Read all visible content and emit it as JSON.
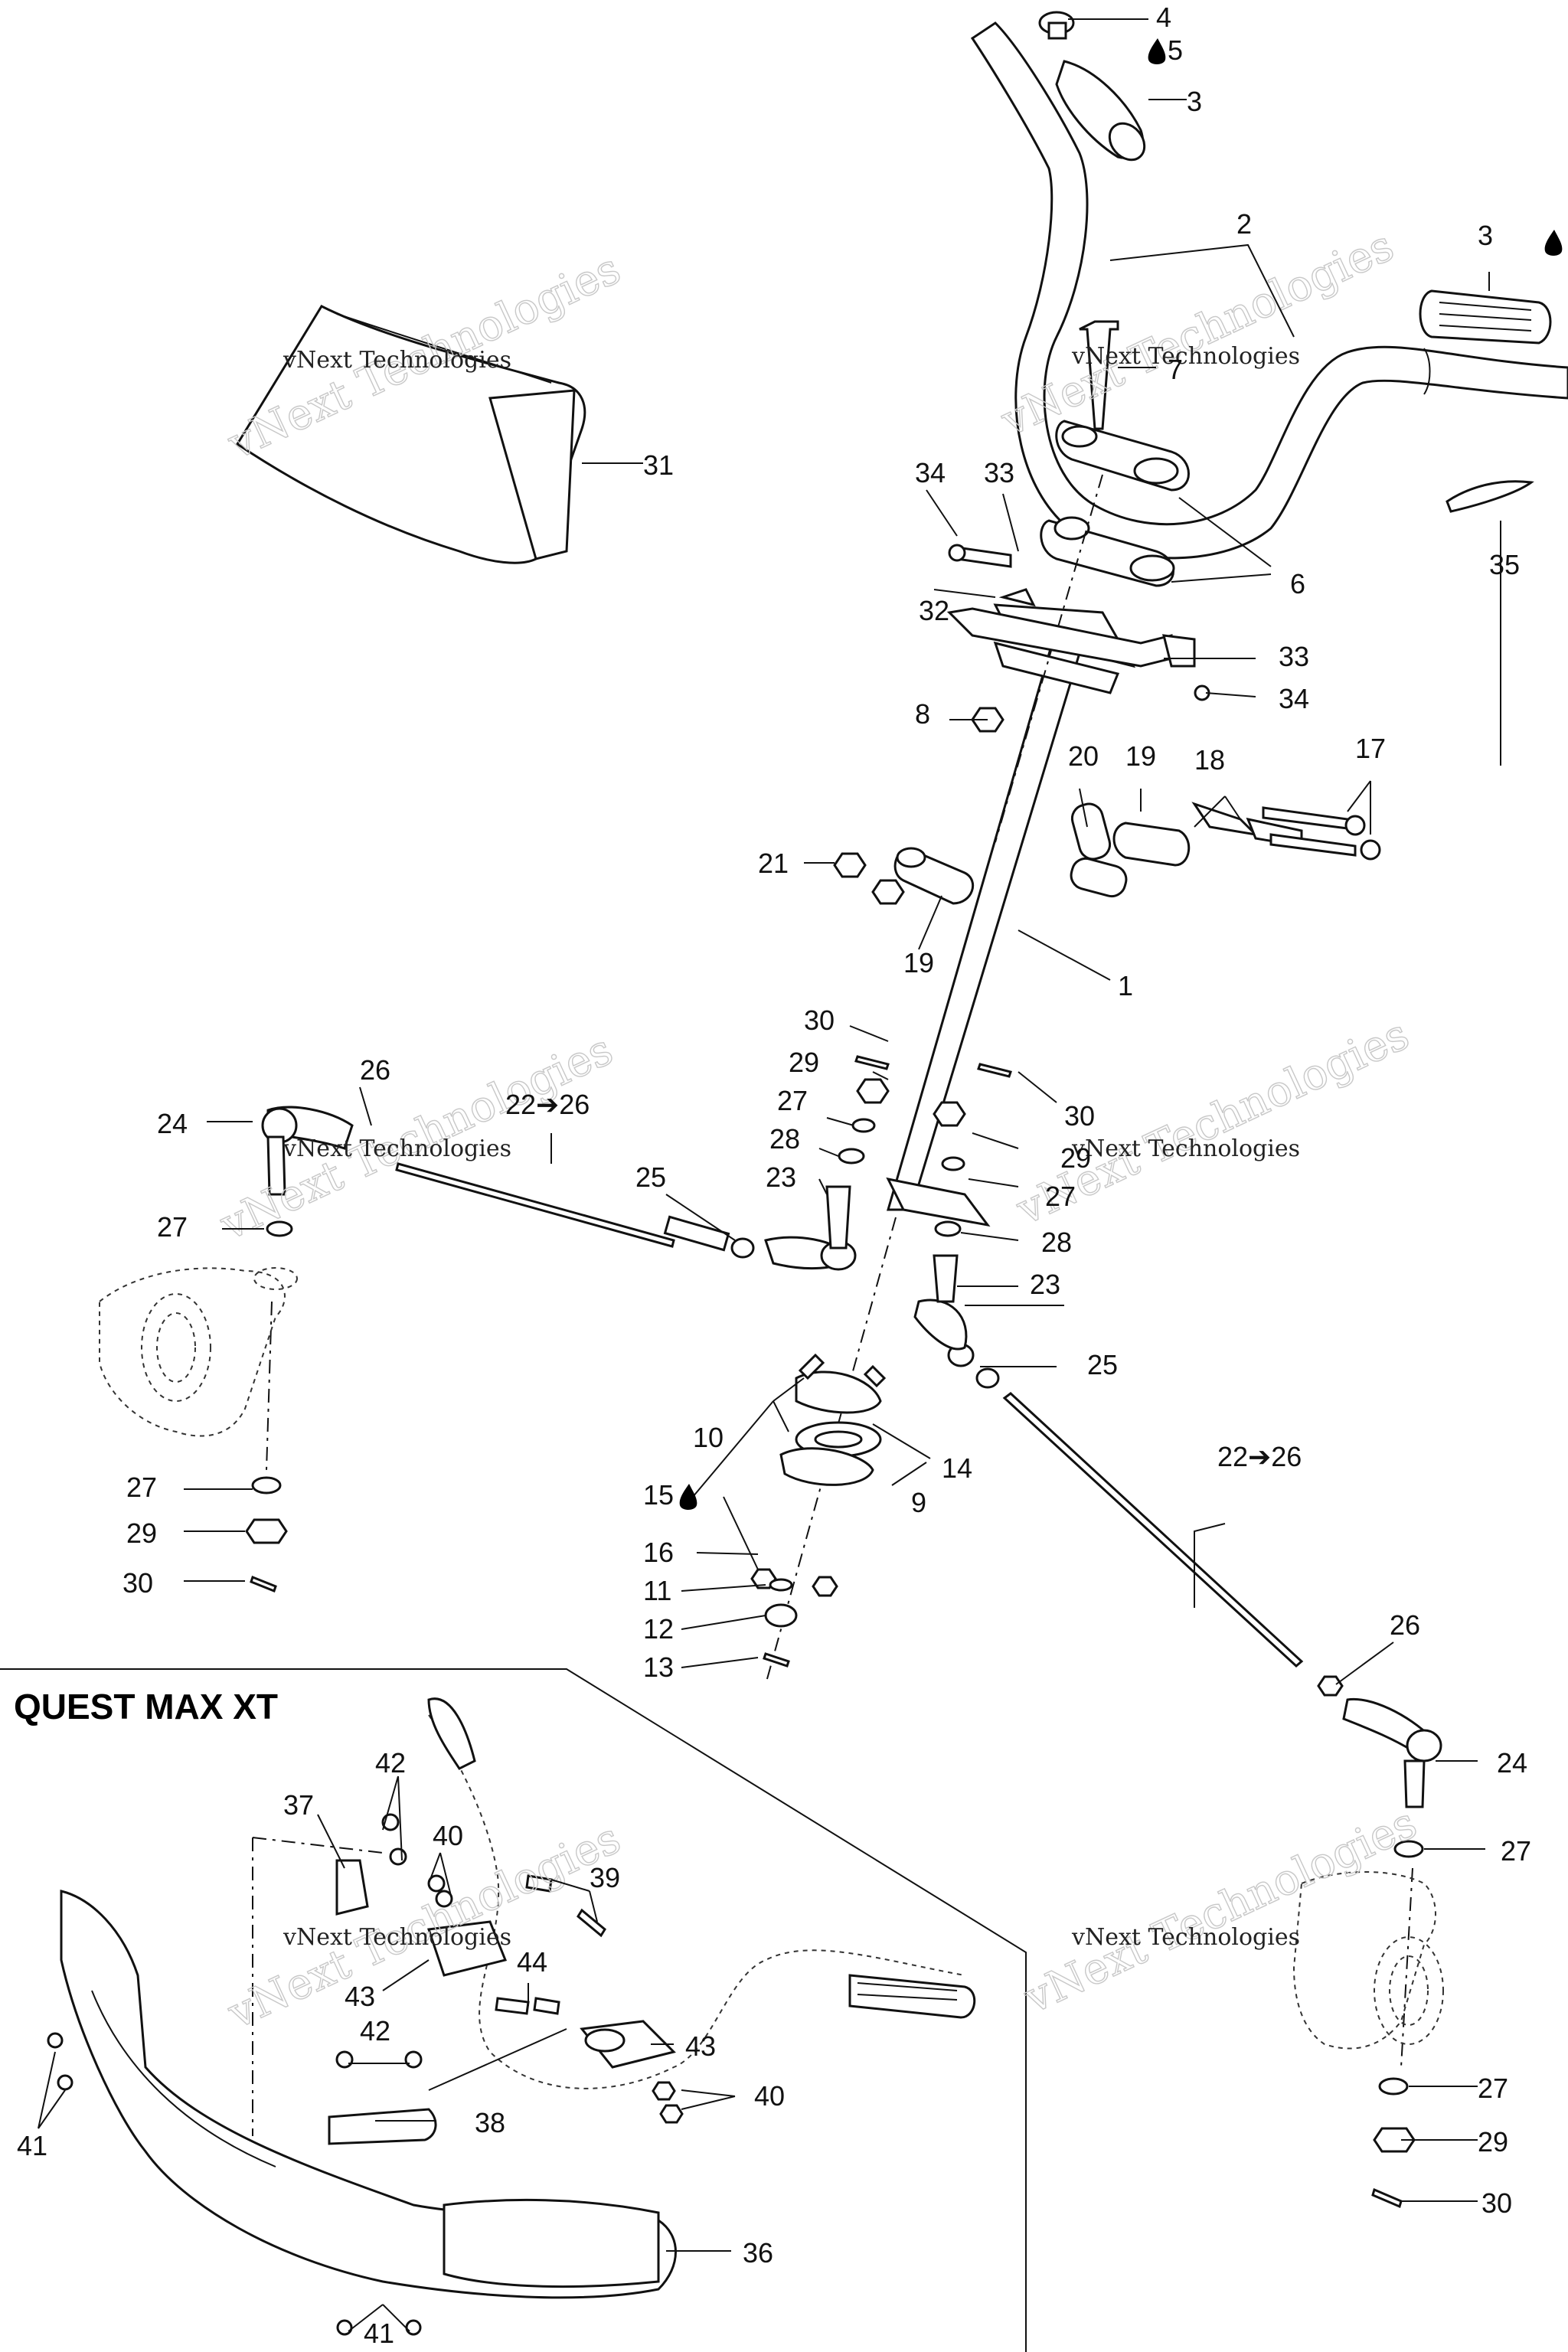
{
  "inset": {
    "title": "QUEST MAX XT"
  },
  "watermark": {
    "big": "vNext Technologies",
    "small": "vNext Technologies"
  },
  "callouts": {
    "c1": "1",
    "c2": "2",
    "c3a": "3",
    "c3b": "3",
    "c4": "4",
    "c5": "5",
    "c6": "6",
    "c7": "7",
    "c8": "8",
    "c9": "9",
    "c10": "10",
    "c11": "11",
    "c12": "12",
    "c13": "13",
    "c14": "14",
    "c15": "15",
    "c16": "16",
    "c17": "17",
    "c18": "18",
    "c19a": "19",
    "c19b": "19",
    "c20": "20",
    "c21": "21",
    "c22a": "22➔26",
    "c22b": "22➔26",
    "c23a": "23",
    "c23b": "23",
    "c24a": "24",
    "c24b": "24",
    "c25a": "25",
    "c25b": "25",
    "c26a": "26",
    "c26b": "26",
    "c27a": "27",
    "c27b": "27",
    "c27c": "27",
    "c27d": "27",
    "c27e": "27",
    "c28a": "28",
    "c28b": "28",
    "c29a": "29",
    "c29b": "29",
    "c29c": "29",
    "c29d": "29",
    "c30a": "30",
    "c30b": "30",
    "c30c": "30",
    "c30d": "30",
    "c31": "31",
    "c32": "32",
    "c33a": "33",
    "c33b": "33",
    "c34a": "34",
    "c34b": "34",
    "c35": "35",
    "c36": "36",
    "c37": "37",
    "c38": "38",
    "c39": "39",
    "c40a": "40",
    "c40b": "40",
    "c41a": "41",
    "c41b": "41",
    "c42a": "42",
    "c42b": "42",
    "c43a": "43",
    "c43b": "43",
    "c44": "44"
  },
  "icons": {
    "oil_drop": "oil-drop-icon",
    "arrow": "arrow-right-icon"
  }
}
